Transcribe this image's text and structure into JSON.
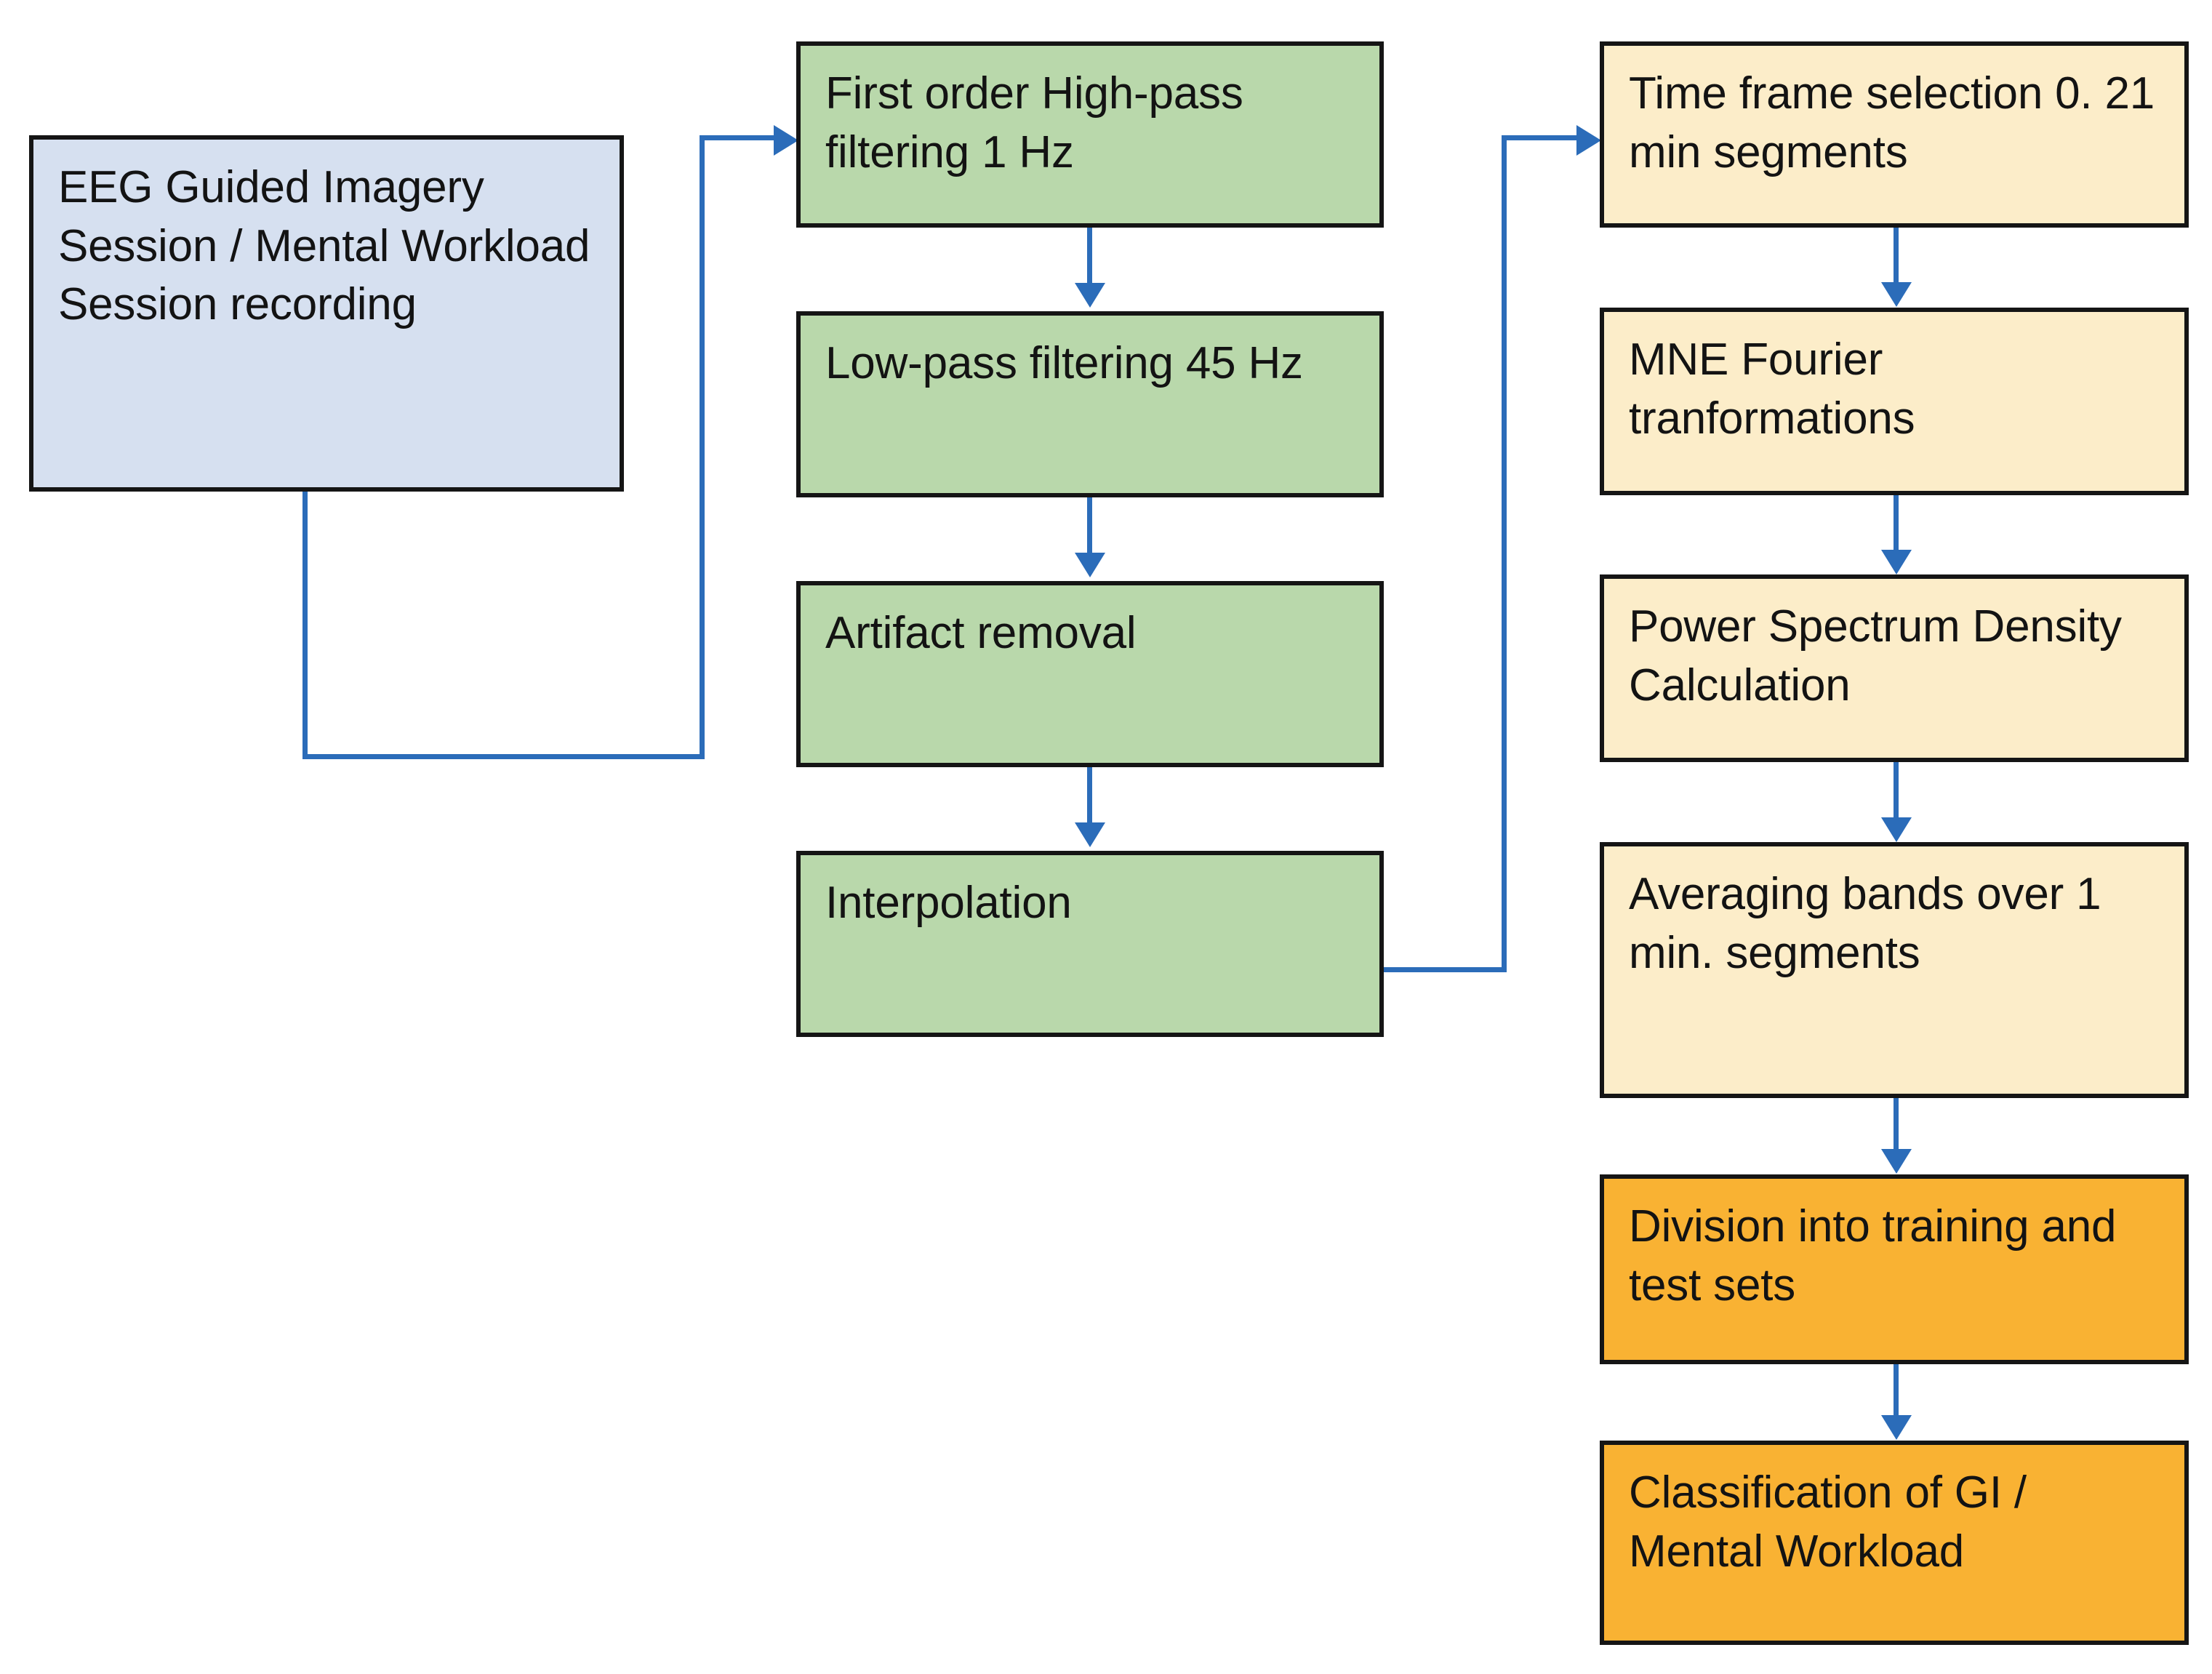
{
  "diagram": {
    "title": "EEG Guided Imagery / Mental Workload processing pipeline",
    "background": "#ffffff",
    "connector_color": "#2b6cb9",
    "border_color": "#151515",
    "palette": {
      "blue": "#d6e0f0",
      "green": "#b9d8ab",
      "cream": "#fcedc9",
      "orange": "#f9b233"
    },
    "nodes": {
      "recording": "EEG Guided Imagery Session / Mental Workload Session recording",
      "highpass": "First order High-pass filtering 1 Hz",
      "lowpass": "Low-pass filtering 45 Hz",
      "artifact": "Artifact removal",
      "interpolation": "Interpolation",
      "timeframe": "Time frame selection 0. 21 min  segments",
      "fourier": "MNE Fourier tranformations",
      "psd": "Power Spectrum Density Calculation",
      "averaging": "Averaging bands over 1 min. segments",
      "division": "Division into training and test sets",
      "classification": "Classification of GI / Mental Workload"
    },
    "edges": [
      {
        "from": "recording",
        "to": "highpass",
        "style": "orthogonal-down-right-up-right"
      },
      {
        "from": "highpass",
        "to": "lowpass",
        "style": "straight-down"
      },
      {
        "from": "lowpass",
        "to": "artifact",
        "style": "straight-down"
      },
      {
        "from": "artifact",
        "to": "interpolation",
        "style": "straight-down"
      },
      {
        "from": "interpolation",
        "to": "timeframe",
        "style": "orthogonal-right-up-right"
      },
      {
        "from": "timeframe",
        "to": "fourier",
        "style": "straight-down"
      },
      {
        "from": "fourier",
        "to": "psd",
        "style": "straight-down"
      },
      {
        "from": "psd",
        "to": "averaging",
        "style": "straight-down"
      },
      {
        "from": "averaging",
        "to": "division",
        "style": "straight-down"
      },
      {
        "from": "division",
        "to": "classification",
        "style": "straight-down"
      }
    ]
  }
}
